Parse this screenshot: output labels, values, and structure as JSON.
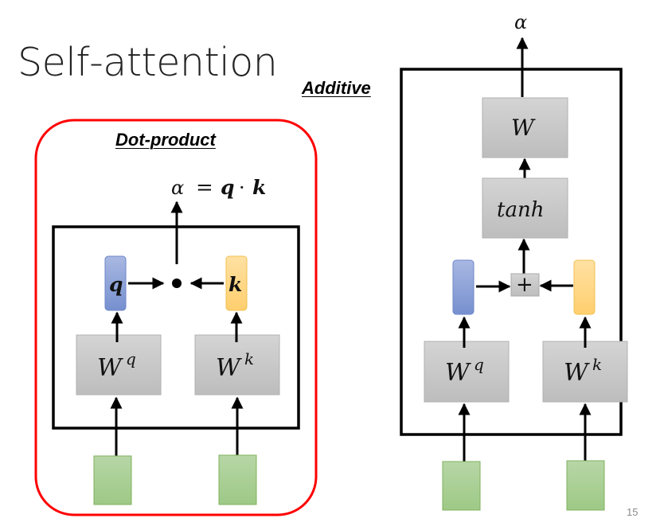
{
  "slide": {
    "title": "Self-attention",
    "page_number": "15"
  },
  "dot_product": {
    "heading": "Dot-product",
    "formula_alpha": "α",
    "formula_eq": "=",
    "formula_q": "q",
    "formula_dot": "·",
    "formula_k": "k",
    "query_label": "q",
    "key_label": "k",
    "wq_base": "W",
    "wq_sup": "q",
    "wk_base": "W",
    "wk_sup": "k",
    "highlight_color": "#ff0000"
  },
  "additive": {
    "heading": "Additive",
    "output_label": "α",
    "w_label": "W",
    "tanh_label": "tanh",
    "plus_label": "+",
    "wq_base": "W",
    "wq_sup": "q",
    "wk_base": "W",
    "wk_sup": "k"
  },
  "colors": {
    "query_fill": "#8fa6d8",
    "key_fill": "#ffd98a",
    "input_fill": "#a9cf8f",
    "weight_fill": "#c8c8c8"
  }
}
